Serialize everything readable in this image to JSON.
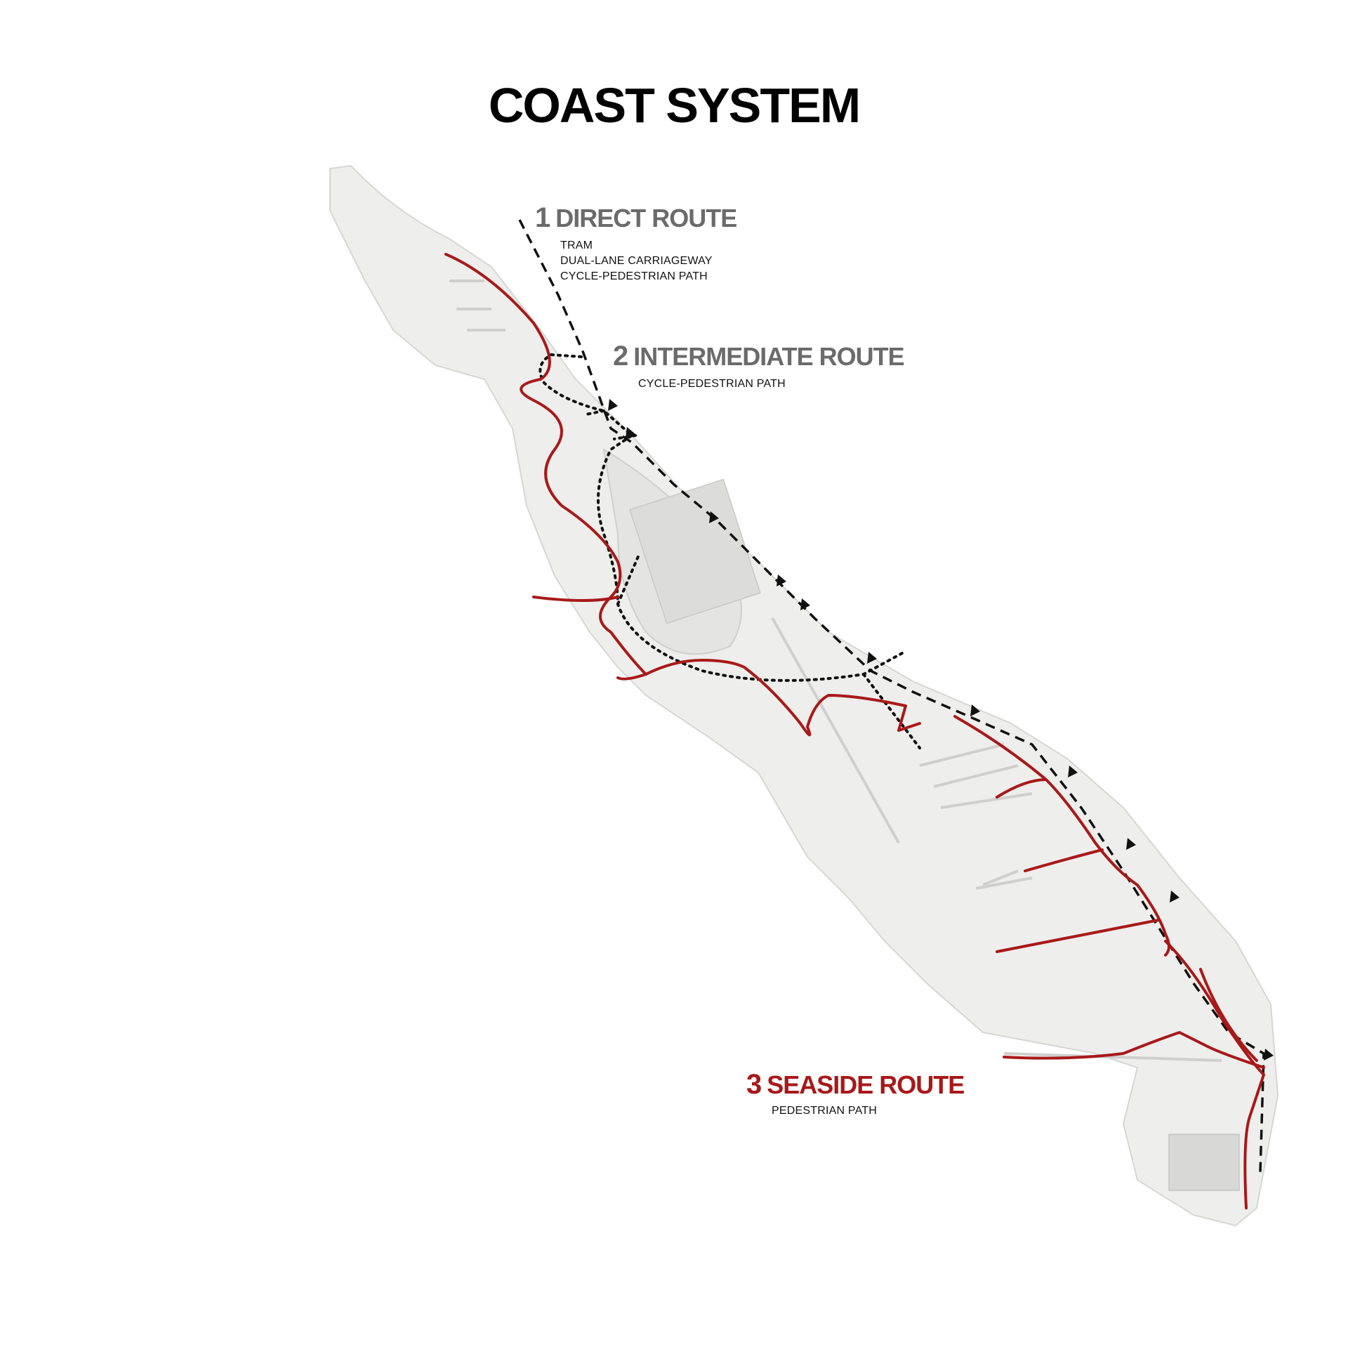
{
  "title": "COAST SYSTEM",
  "routes": [
    {
      "id": "direct",
      "number": "1",
      "name": "DIRECT ROUTE",
      "features": [
        "TRAM",
        "DUAL-LANE CARRIAGEWAY",
        "CYCLE-PEDESTRIAN PATH"
      ],
      "line_style": "dashed",
      "color": "#111111"
    },
    {
      "id": "intermediate",
      "number": "2",
      "name": "INTERMEDIATE ROUTE",
      "features": [
        "CYCLE-PEDESTRIAN PATH"
      ],
      "line_style": "dotted",
      "color": "#111111"
    },
    {
      "id": "seaside",
      "number": "3",
      "name": "SEASIDE ROUTE",
      "features": [
        "PEDESTRIAN PATH"
      ],
      "line_style": "solid",
      "color": "#a81919"
    }
  ],
  "colors": {
    "land": "#eeeeec",
    "land_edge": "#d6d6d4",
    "label_grey": "#6b6b6b",
    "seaside_red": "#a81919"
  }
}
